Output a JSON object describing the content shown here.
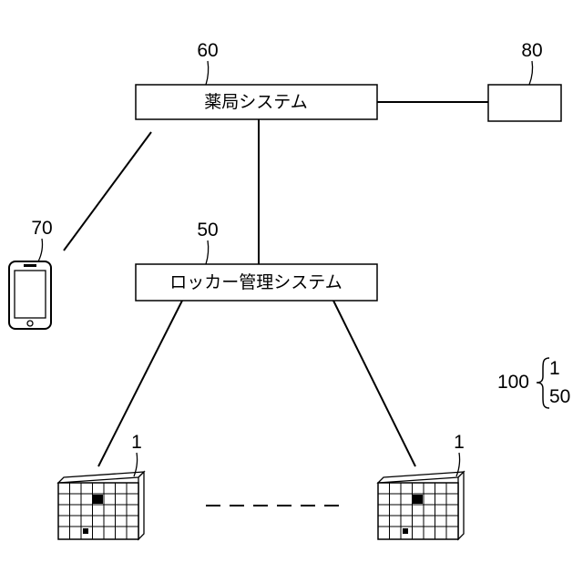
{
  "pharmacy_system": {
    "ref": "60",
    "label": "薬局システム"
  },
  "external_device": {
    "ref": "80"
  },
  "terminal": {
    "ref": "70"
  },
  "locker_management_system": {
    "ref": "50",
    "label": "ロッカー管理システム"
  },
  "lockers": [
    {
      "ref": "1"
    },
    {
      "ref": "1"
    }
  ],
  "system_group": {
    "ref": "100",
    "members": [
      "1",
      "50"
    ]
  }
}
